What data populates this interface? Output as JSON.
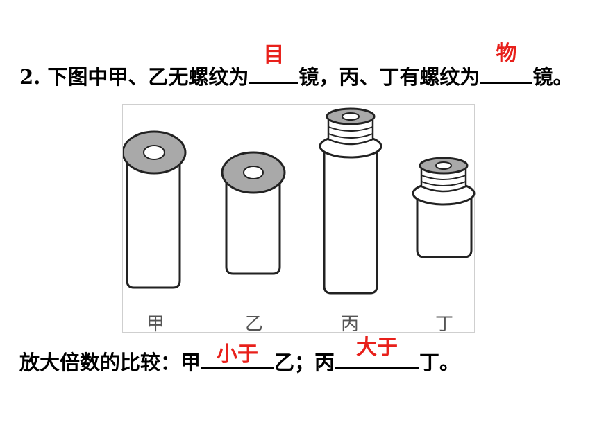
{
  "question": {
    "number": "2",
    "number_sep": ".",
    "text_1": "下图中甲、乙无螺纹为",
    "answer_1": "目",
    "text_2": "镜，丙、丁有螺纹为",
    "answer_2": "物",
    "text_3": "镜。"
  },
  "figure": {
    "labels": [
      "甲",
      "乙",
      "丙",
      "丁"
    ]
  },
  "comparison": {
    "text_1": "放大倍数的比较：甲",
    "answer_1": "小于",
    "text_2": "乙；丙",
    "answer_2": "大于",
    "text_3": "丁。"
  },
  "colors": {
    "answer": "#e8201b",
    "ring_fill": "#a9a9a9",
    "outline": "#222222"
  }
}
